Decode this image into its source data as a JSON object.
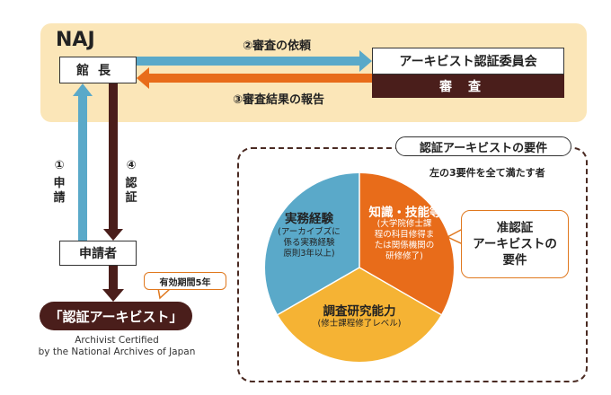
{
  "naj": {
    "title": "NAJ",
    "director": "館長"
  },
  "committee": {
    "name": "アーキビスト認証委員会",
    "review": "審査"
  },
  "flows": {
    "request": "②審査の依頼",
    "report": "③審査結果の報告",
    "apply_num": "①",
    "apply_text": "申請",
    "approve_num": "④",
    "approve_text": "認証"
  },
  "applicant": "申請者",
  "certification": {
    "name": "「認証アーキビスト」",
    "english": "Archivist Certified\nby the National Archives of Japan",
    "validity": "有効期間5年"
  },
  "requirements": {
    "title": "認証アーキビストの要件",
    "subtitle": "左の3要件を全て満たす者",
    "segments": [
      {
        "title": "実務経験",
        "detail": "(アーカイブズに\n係る実務経験\n原則3年以上)"
      },
      {
        "title": "知識・技能等",
        "detail": "(大学院修士課\n程の科目修得ま\nたは関係機関の\n研修修了)"
      },
      {
        "title": "調査研究能力",
        "detail": "(修士課程修了レベル)"
      }
    ],
    "associate": "准認証\nアーキビストの\n要件"
  },
  "colors": {
    "panel": "#fbe6b8",
    "dark_brown": "#4a1e1b",
    "blue": "#5aa9c9",
    "orange": "#e86c1a",
    "yellow": "#f5b334"
  }
}
